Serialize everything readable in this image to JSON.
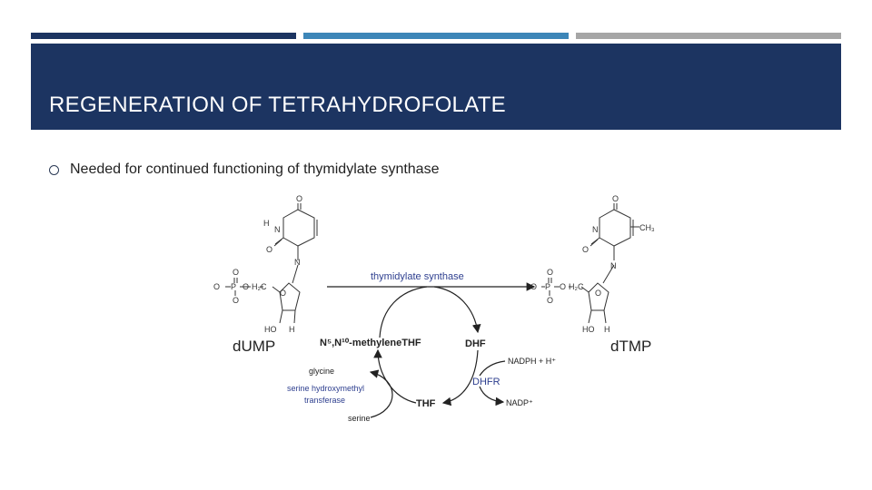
{
  "slide": {
    "title": "REGENERATION OF TETRAHYDROFOLATE",
    "bullet": "Needed for continued functioning of thymidylate synthase",
    "colors": {
      "header": "#1c3461",
      "bar1": "#1c3461",
      "bar2": "#3d86b8",
      "bar3": "#a6a6a6",
      "enzyme_text": "#2e3f8f"
    }
  },
  "diagram": {
    "left_label": "dUMP",
    "right_label": "dTMP",
    "enzyme_top": "thymidylate synthase",
    "methylene_thf": "N⁵,N¹⁰-methyleneTHF",
    "dhf": "DHF",
    "thf": "THF",
    "dhfr": "DHFR",
    "nadph": "NADPH + H⁺",
    "nadp": "NADP⁺",
    "glycine": "glycine",
    "serine": "serine",
    "shmt_line1": "serine hydroxymethyl",
    "shmt_line2": "transferase",
    "atoms": {
      "H": "H",
      "N": "N",
      "O": "O",
      "P": "P",
      "CH3": "CH₃",
      "H2C": "H₂C",
      "HO": "HO",
      "minus": "⁻",
      "dash_O": "O"
    }
  }
}
